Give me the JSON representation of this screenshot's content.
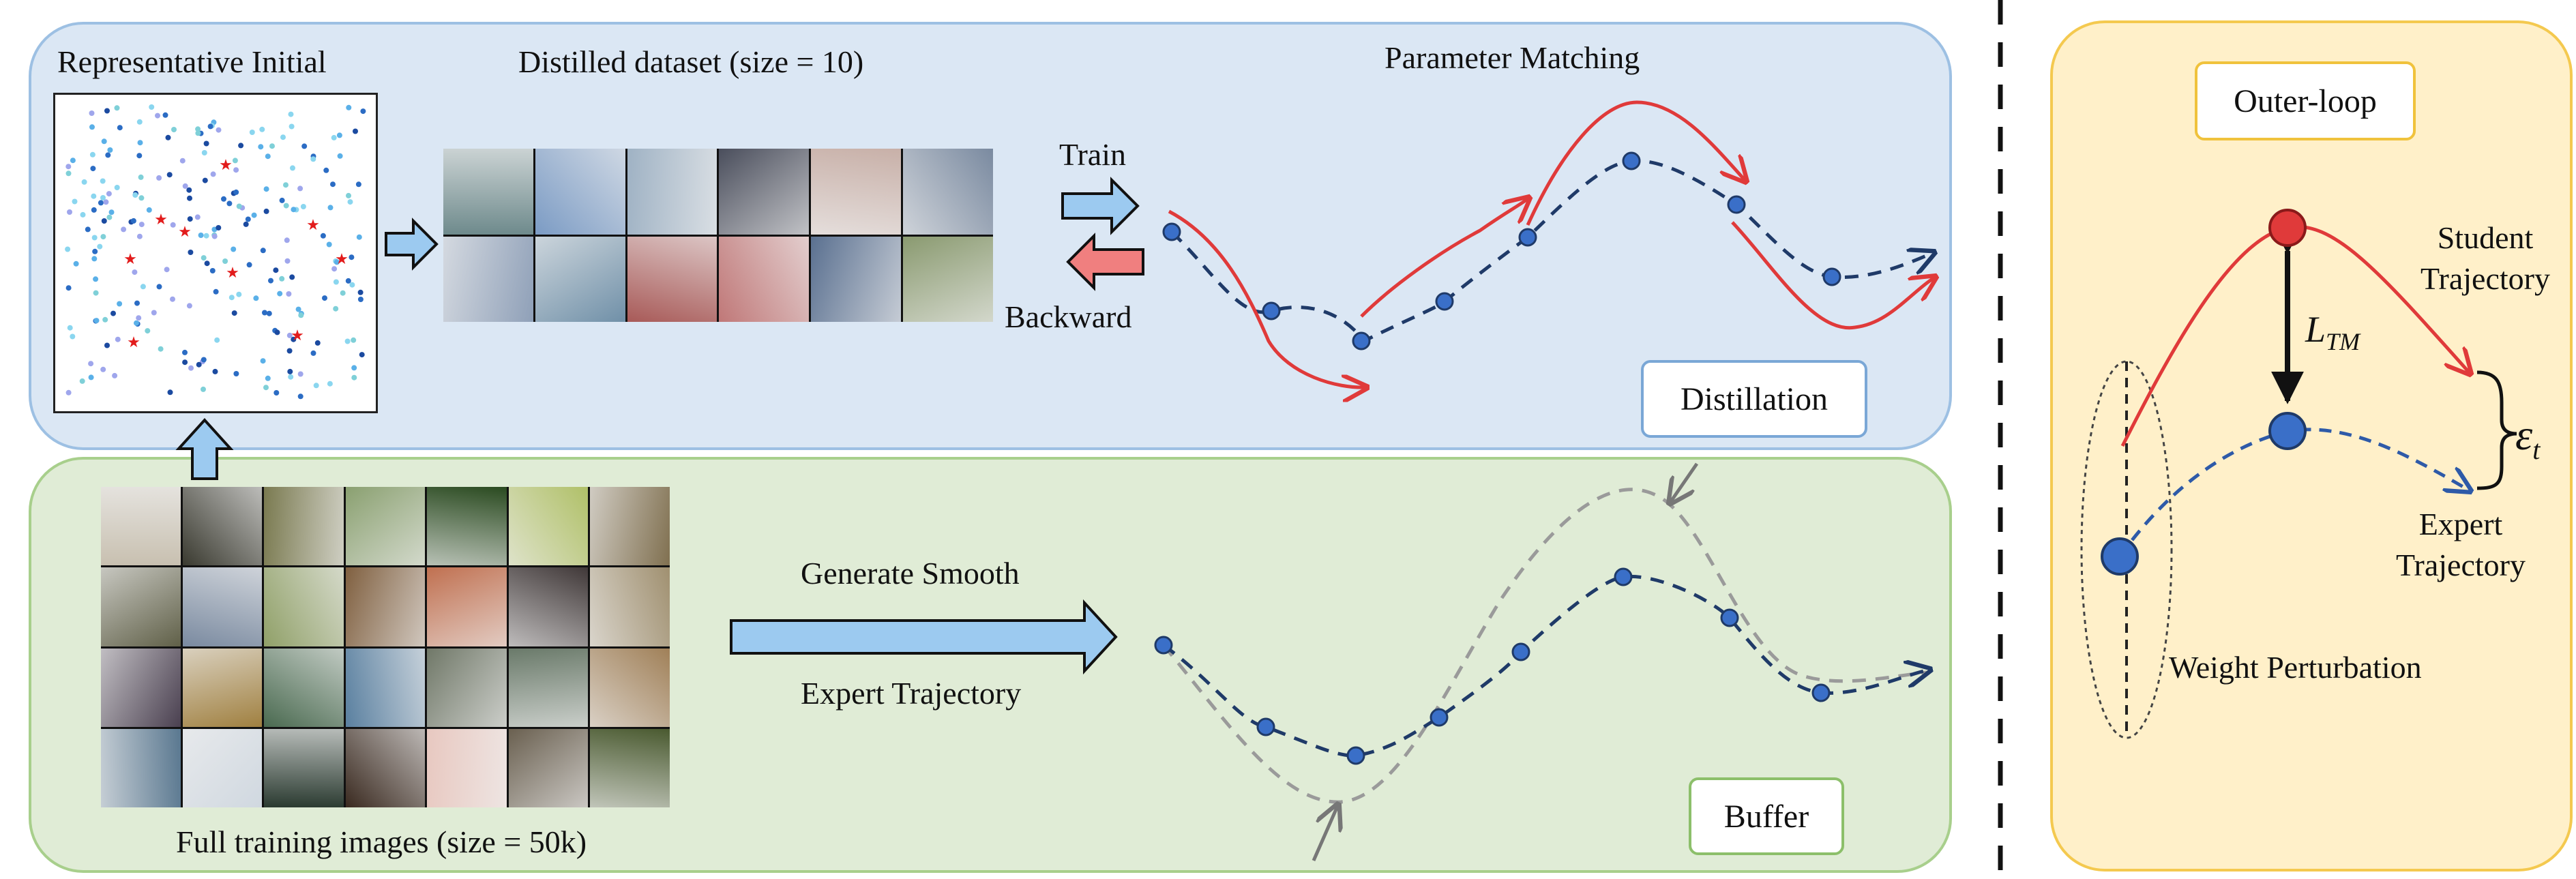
{
  "labels": {
    "representative_initial": "Representative Initial",
    "distilled_dataset": "Distilled dataset (size = 10)",
    "parameter_matching": "Parameter Matching",
    "train": "Train",
    "backward": "Backward",
    "distillation": "Distillation",
    "generate_smooth": "Generate Smooth",
    "expert_trajectory_bottom": "Expert Trajectory",
    "buffer": "Buffer",
    "full_training_images": "Full training images (size = 50k)"
  },
  "outer_loop": {
    "title": "Outer-loop",
    "student_line1": "Student",
    "student_line2": "Trajectory",
    "ltm_main": "L",
    "ltm_sub": "TM",
    "eps_main": "ε",
    "eps_sub": "t",
    "expert_line1": "Expert",
    "expert_line2": "Trajectory",
    "weight_perturbation": "Weight Perturbation"
  },
  "colors": {
    "panel_blue_bg": "#dbe7f4",
    "panel_green_bg": "#e0ecd6",
    "panel_yellow_bg": "#fff0c9",
    "student_red": "#e03a3a",
    "expert_navy": "#1f3a68",
    "point_blue": "#3a6fc8",
    "arrow_blue": "#9ccaf0",
    "arrow_red": "#f07f7f",
    "buffer_gray": "#9a9a9a"
  },
  "icons": [
    "right-arrow-icon",
    "left-arrow-icon",
    "up-arrow-icon"
  ]
}
